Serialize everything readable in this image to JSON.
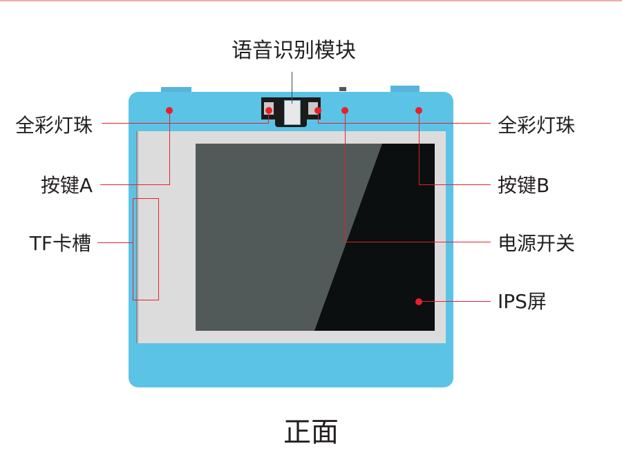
{
  "title": "语音识别模块",
  "footer": "正面",
  "labels": {
    "left_led": "全彩灯珠",
    "button_a": "按键A",
    "tf_slot": "TF卡槽",
    "right_led": "全彩灯珠",
    "button_b": "按键B",
    "power_switch": "电源开关",
    "ips_screen": "IPS屏"
  },
  "colors": {
    "device_body": "#5bc3e6",
    "bezel": "#dcdcdc",
    "screen_dark": "#0b0f0f",
    "screen_glare": "#525a59",
    "callout_red": "#e8202a",
    "text": "#231f20"
  }
}
